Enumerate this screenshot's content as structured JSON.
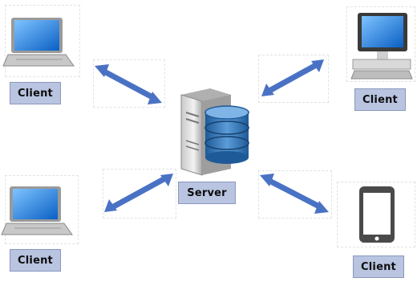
{
  "diagram": {
    "nodes": [
      {
        "id": "client-top-left",
        "label": "Client",
        "device": "laptop"
      },
      {
        "id": "client-top-right",
        "label": "Client",
        "device": "desktop"
      },
      {
        "id": "server",
        "label": "Server",
        "device": "server-database"
      },
      {
        "id": "client-bottom-left",
        "label": "Client",
        "device": "laptop"
      },
      {
        "id": "client-bottom-right",
        "label": "Client",
        "device": "tablet"
      }
    ],
    "connections": [
      {
        "from": "client-top-left",
        "to": "server",
        "style": "double-arrow"
      },
      {
        "from": "client-top-right",
        "to": "server",
        "style": "double-arrow"
      },
      {
        "from": "client-bottom-left",
        "to": "server",
        "style": "double-arrow"
      },
      {
        "from": "client-bottom-right",
        "to": "server",
        "style": "double-arrow"
      }
    ],
    "colors": {
      "label_fill": "#b9c4e0",
      "arrow": "#4a72c4",
      "screen": "#1e78d8",
      "database": "#2f6fb4"
    }
  }
}
